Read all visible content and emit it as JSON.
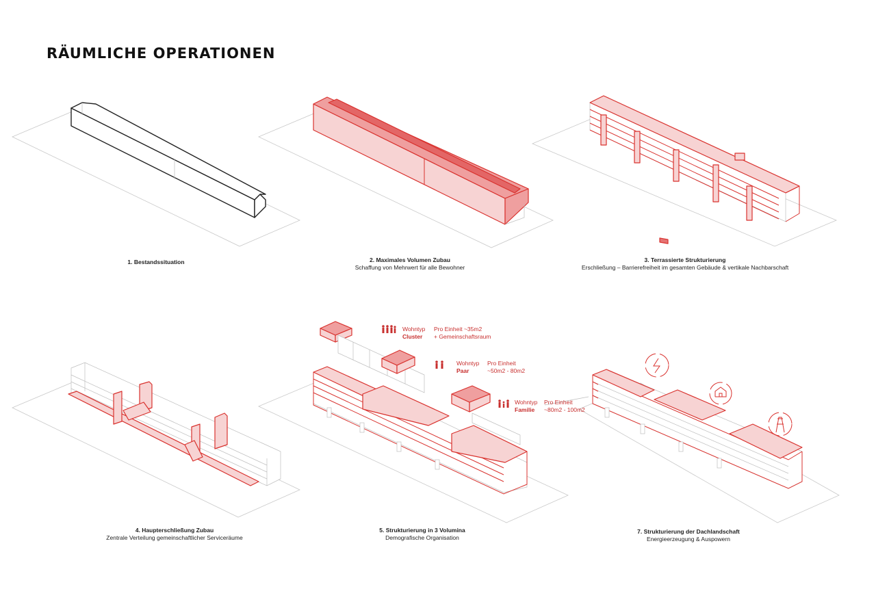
{
  "title": "RÄUMLICHE OPERATIONEN",
  "colors": {
    "accent": "#d9322e",
    "fill_light": "#f5cccc",
    "fill_mid": "#eb9a9a",
    "line": "#222222",
    "ground": "#c9c9c9"
  },
  "steps": [
    {
      "title": "1. Bestandssituation",
      "subtitle": ""
    },
    {
      "title": "2. Maximales Volumen Zubau",
      "subtitle": "Schaffung von Mehrwert für alle Bewohner"
    },
    {
      "title": "3. Terrassierte Strukturierung",
      "subtitle": "Erschließung – Barrierefreiheit im gesamten Gebäude & vertikale Nachbarschaft"
    },
    {
      "title": "4. Haupterschließung Zubau",
      "subtitle": "Zentrale Verteilung gemeinschaftlicher Serviceräume"
    },
    {
      "title": "5. Strukturierung in 3 Volumina",
      "subtitle": "Demografische Organisation"
    },
    {
      "title": "7. Strukturierung der Dachlandschaft",
      "subtitle": "Energieerzeugung & Auspowern"
    }
  ],
  "wohntypen": [
    {
      "label": "Wohntyp",
      "type": "Cluster",
      "line1": "Pro Einheit ~35m2",
      "line2": "+ Gemeinschaftsraum",
      "icon": "people-group-icon"
    },
    {
      "label": "Wohntyp",
      "type": "Paar",
      "line1": "Pro Einheit",
      "line2": "~50m2 - 80m2",
      "icon": "people-pair-icon"
    },
    {
      "label": "Wohntyp",
      "type": "Familie",
      "line1": "Pro Einheit",
      "line2": "~80m2 - 100m2",
      "icon": "people-family-icon"
    }
  ],
  "roof_icons": [
    "energy-bolt-icon",
    "house-icon",
    "tower-icon"
  ]
}
